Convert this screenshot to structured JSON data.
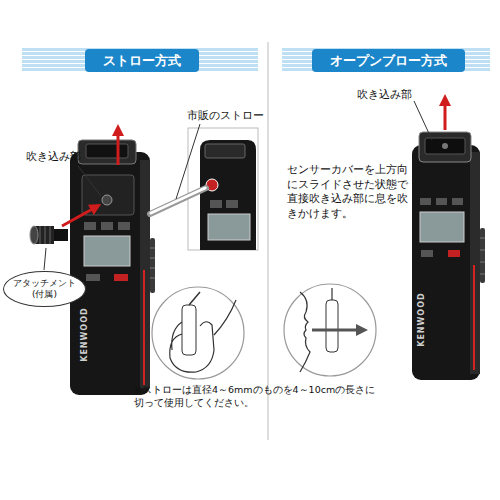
{
  "diagram": {
    "nodes": [
      {
        "text": [
          "ストロー方式"
        ]
      },
      {
        "text": [
          "アタッチメント",
          "(付属)"
        ]
      },
      {
        "text": [
          "オープンブロー方式"
        ]
      }
    ],
    "labels": [
      "吹き込み部",
      "市販のストロー",
      "KENWOOD",
      "※ストローは直径4～6mmのものを4～10cmの長さに切って使用してください。",
      "吹き込み部",
      "センサーカバーを上方向にスライドさせた状態で直接吹き込み部に息を吹きかけます。",
      "KENWOOD"
    ]
  }
}
